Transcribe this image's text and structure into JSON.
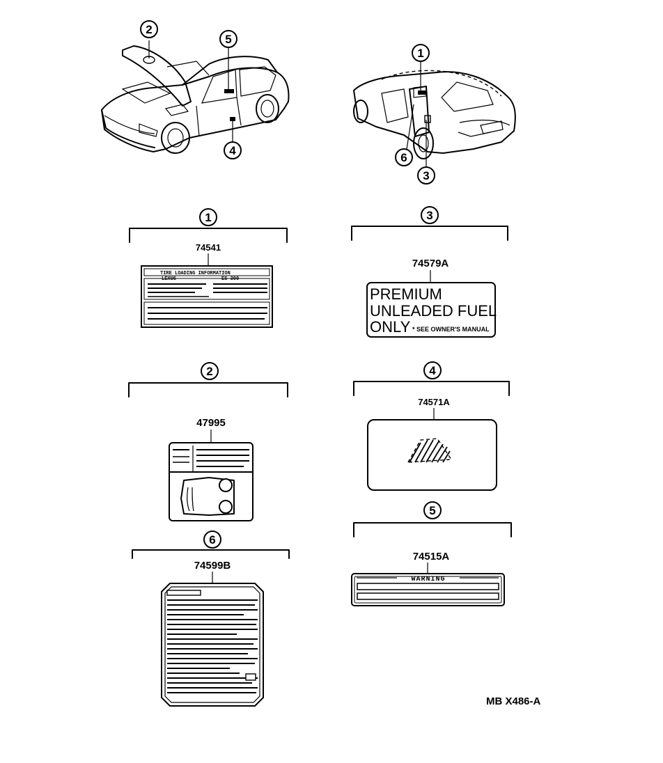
{
  "figure_code": "MB X486-A",
  "car_callouts": {
    "front": [
      "2",
      "5",
      "4"
    ],
    "rear": [
      "1",
      "6",
      "3"
    ]
  },
  "labels": [
    {
      "callout": "1",
      "part_number": "74541",
      "header_line1": "TIRE LOADING INFORMATION",
      "header_col1": "LEXUS",
      "header_col2": "ES 300"
    },
    {
      "callout": "3",
      "part_number": "74579A",
      "line1": "PREMIUM",
      "line2": "UNLEADED FUEL",
      "line3": "ONLY",
      "note": "* SEE OWNER'S MANUAL"
    },
    {
      "callout": "2",
      "part_number": "47995"
    },
    {
      "callout": "4",
      "part_number": "74571A"
    },
    {
      "callout": "6",
      "part_number": "74599B"
    },
    {
      "callout": "5",
      "part_number": "74515A",
      "title": "WARNING"
    }
  ]
}
